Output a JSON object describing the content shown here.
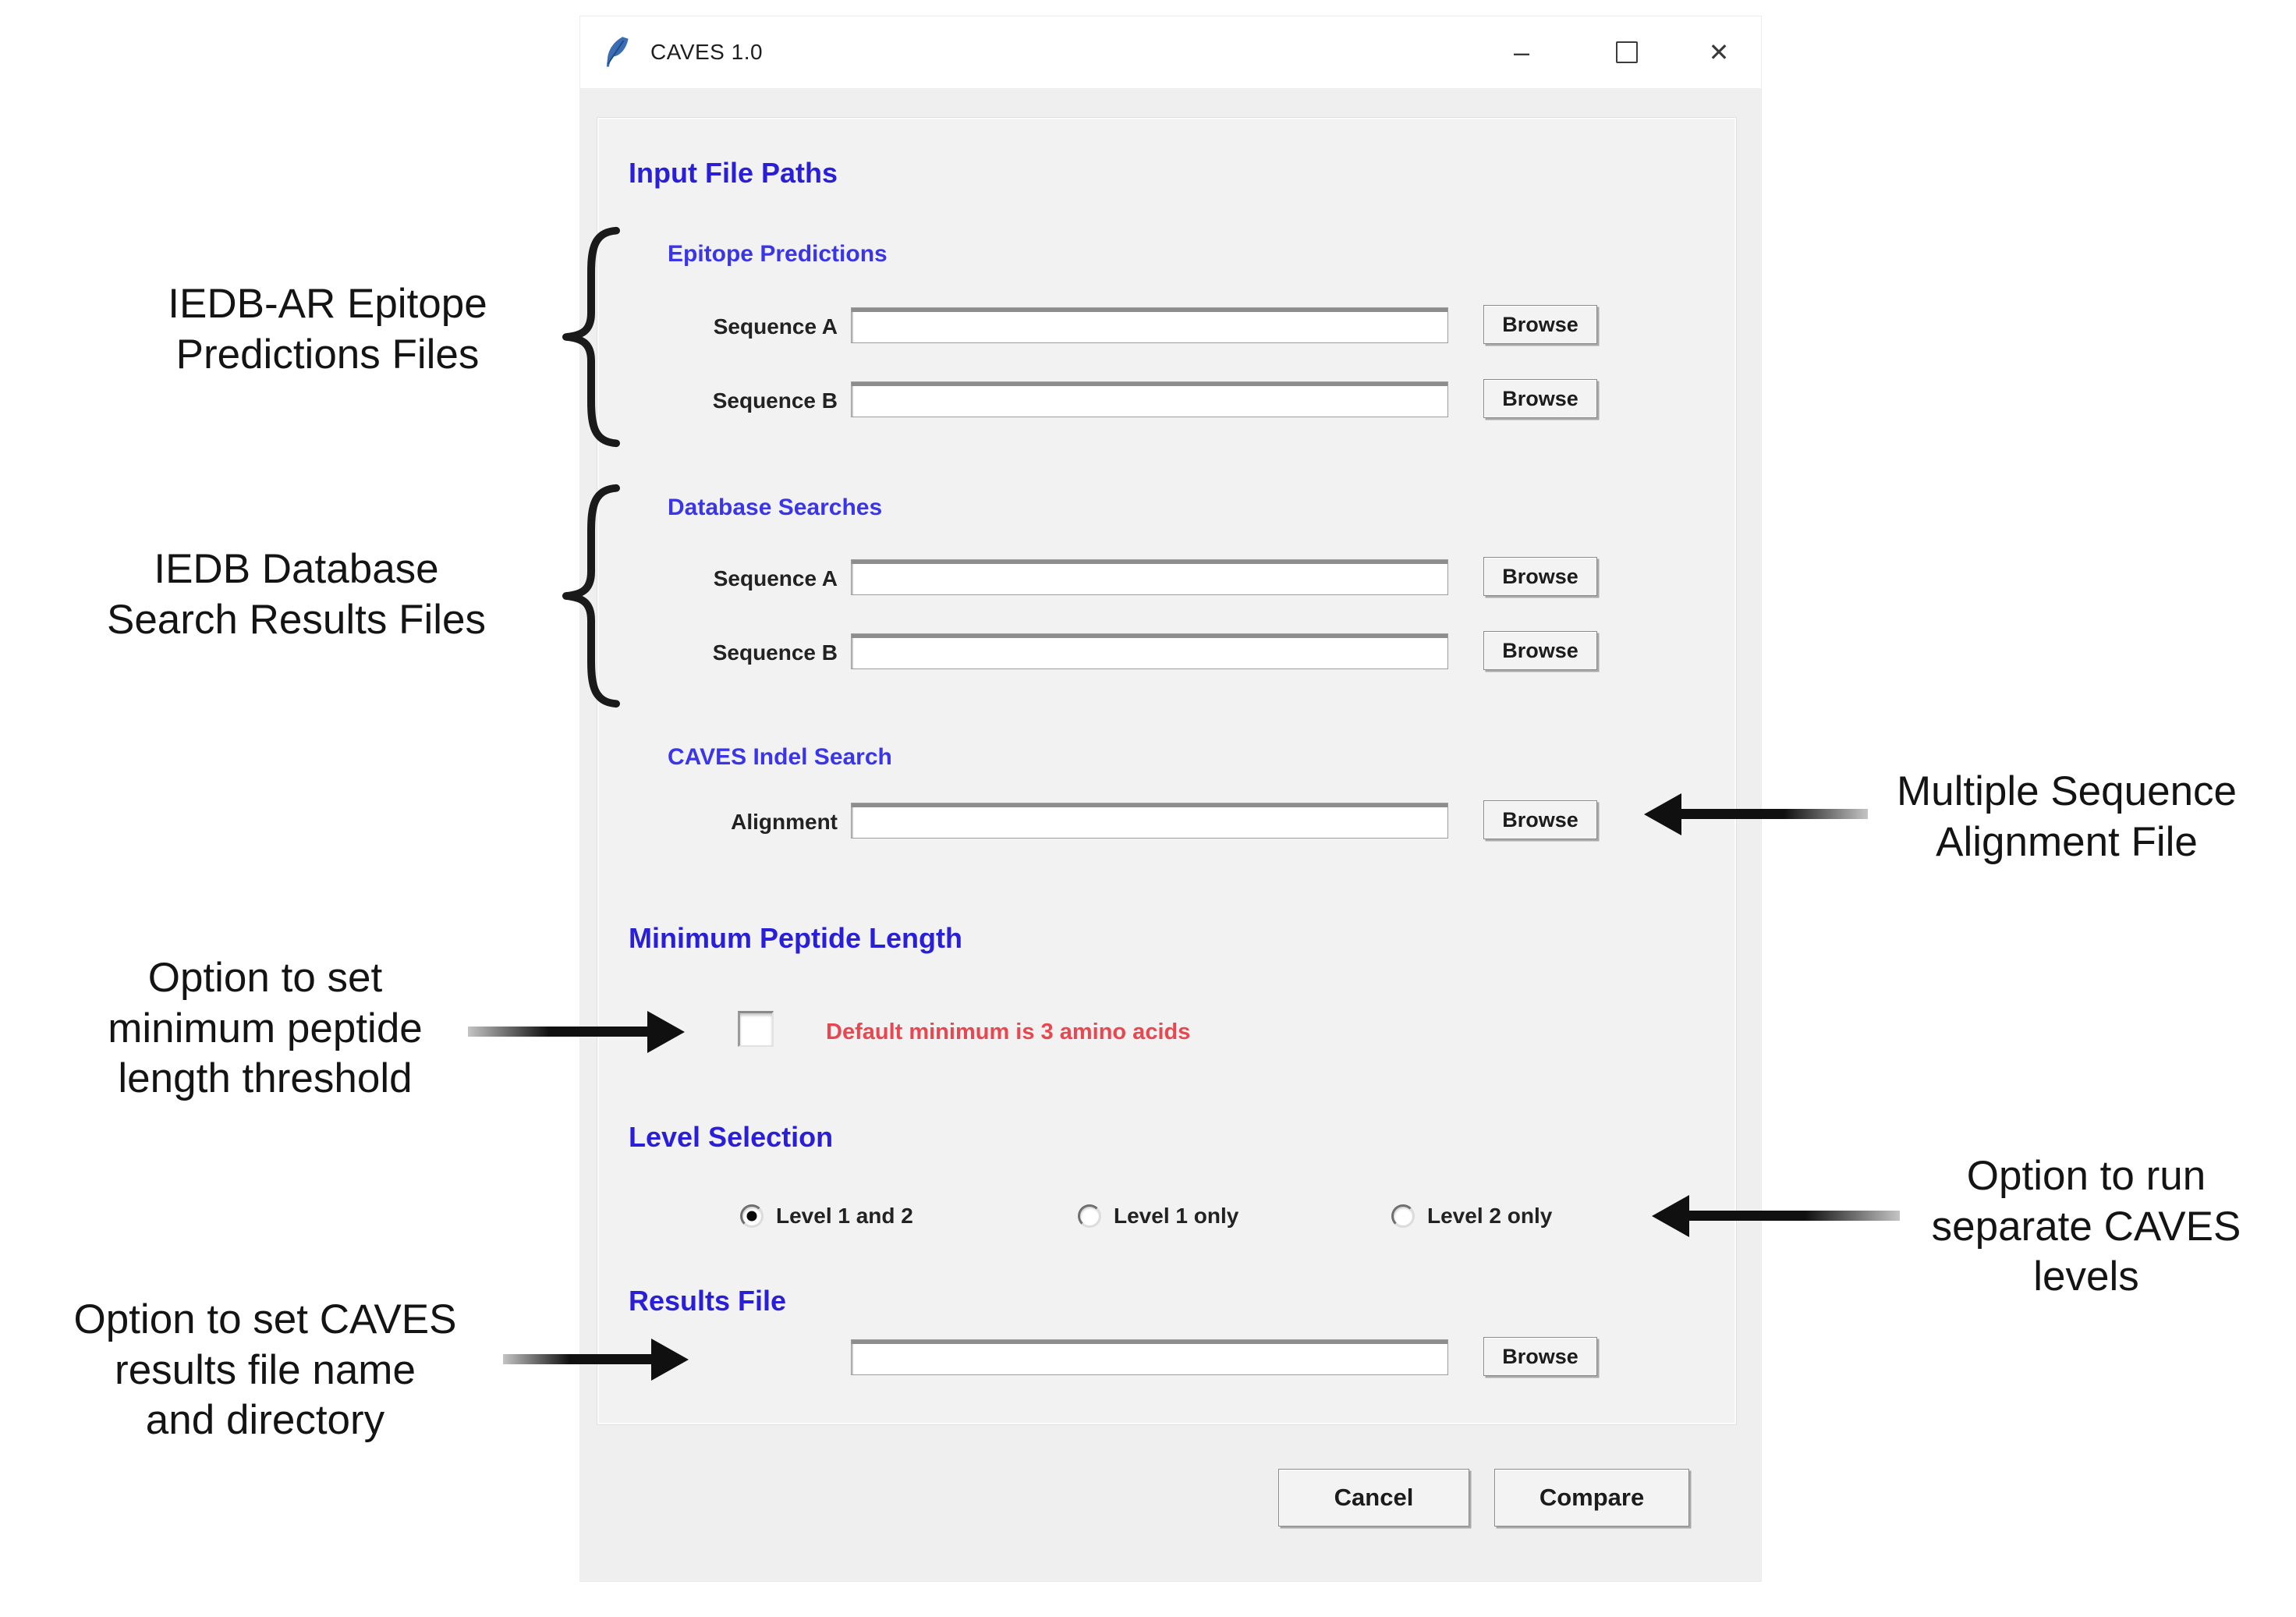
{
  "titlebar": {
    "app_title": "CAVES 1.0",
    "minimize_glyph": "–",
    "close_glyph": "✕"
  },
  "form": {
    "input_file_paths_heading": "Input File Paths",
    "epitope": {
      "heading": "Epitope Predictions",
      "row_a": {
        "label": "Sequence A",
        "value": "",
        "browse_label": "Browse"
      },
      "row_b": {
        "label": "Sequence B",
        "value": "",
        "browse_label": "Browse"
      }
    },
    "database": {
      "heading": "Database Searches",
      "row_a": {
        "label": "Sequence A",
        "value": "",
        "browse_label": "Browse"
      },
      "row_b": {
        "label": "Sequence B",
        "value": "",
        "browse_label": "Browse"
      }
    },
    "indel": {
      "heading": "CAVES Indel Search",
      "row": {
        "label": "Alignment",
        "value": "",
        "browse_label": "Browse"
      }
    },
    "min_peptide": {
      "heading": "Minimum Peptide Length",
      "checkbox_checked": false,
      "note": "Default minimum is 3 amino acids"
    },
    "level": {
      "heading": "Level Selection",
      "options": [
        {
          "label": "Level 1 and 2",
          "selected": true
        },
        {
          "label": "Level 1 only",
          "selected": false
        },
        {
          "label": "Level 2 only",
          "selected": false
        }
      ]
    },
    "results": {
      "heading": "Results File",
      "row": {
        "value": "",
        "browse_label": "Browse"
      }
    },
    "actions": {
      "cancel_label": "Cancel",
      "compare_label": "Compare"
    }
  },
  "annotations": {
    "epitope_files": "IEDB-AR Epitope\nPredictions Files",
    "database_files": "IEDB Database\nSearch Results Files",
    "min_peptide": "Option to set\nminimum peptide\nlength threshold",
    "results_file": "Option to set CAVES\nresults file name\nand directory",
    "msa_file": "Multiple Sequence\nAlignment File",
    "levels": "Option to run\nseparate CAVES\nlevels"
  },
  "colors": {
    "heading_blue": "#2a1fd8",
    "subheading_blue": "#3a35e8",
    "note_red": "#e8474f",
    "annotation_black": "#141414",
    "window_bg": "#efefef",
    "titlebar_bg": "#ffffff"
  }
}
